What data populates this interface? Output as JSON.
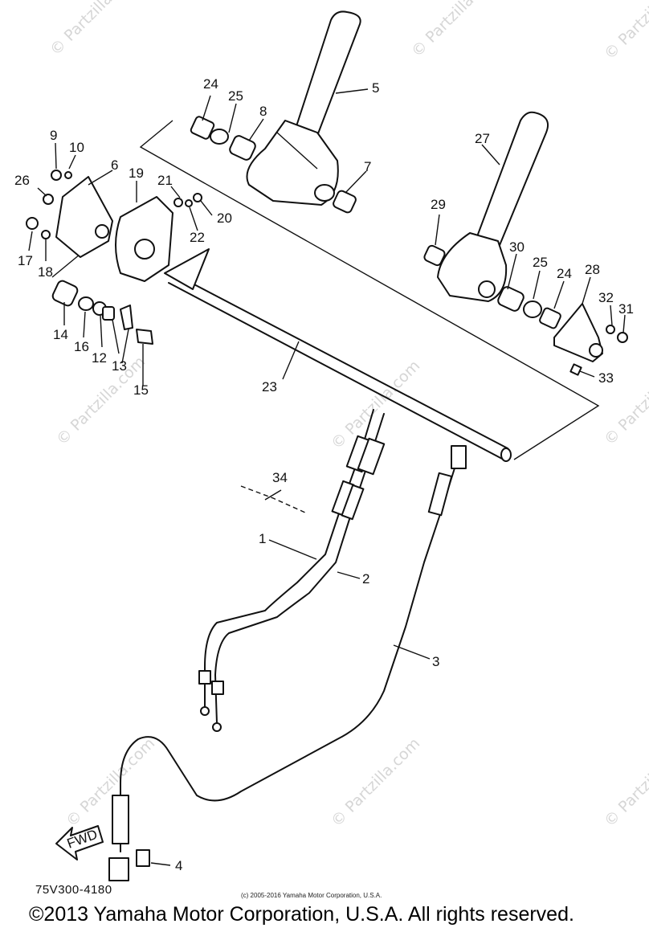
{
  "watermark": "© Partzilla.com",
  "callouts": [
    "1",
    "2",
    "3",
    "4",
    "5",
    "6",
    "7",
    "8",
    "9",
    "10",
    "12",
    "13",
    "14",
    "15",
    "16",
    "17",
    "18",
    "19",
    "20",
    "21",
    "22",
    "23",
    "24",
    "25",
    "26",
    "27",
    "28",
    "29",
    "30",
    "31",
    "32",
    "33",
    "34"
  ],
  "labels": {
    "n1": "1",
    "n2": "2",
    "n3": "3",
    "n4": "4",
    "n5": "5",
    "n6": "6",
    "n7": "7",
    "n8": "8",
    "n9": "9",
    "n10": "10",
    "n12": "12",
    "n13": "13",
    "n14": "14",
    "n15": "15",
    "n16": "16",
    "n17": "17",
    "n18": "18",
    "n19": "19",
    "n20": "20",
    "n21": "21",
    "n22": "22",
    "n23": "23",
    "n24a": "24",
    "n24b": "24",
    "n25a": "25",
    "n25b": "25",
    "n26": "26",
    "n27": "27",
    "n28": "28",
    "n29": "29",
    "n30": "30",
    "n31": "31",
    "n32": "32",
    "n33": "33",
    "n34": "34"
  },
  "fwd_arrow": "FWD",
  "diagram_code": "75V300-4180",
  "small_copyright": "(c) 2005-2016 Yamaha Motor Corporation, U.S.A.",
  "main_copyright": "©2013 Yamaha Motor Corporation, U.S.A. All rights reserved."
}
